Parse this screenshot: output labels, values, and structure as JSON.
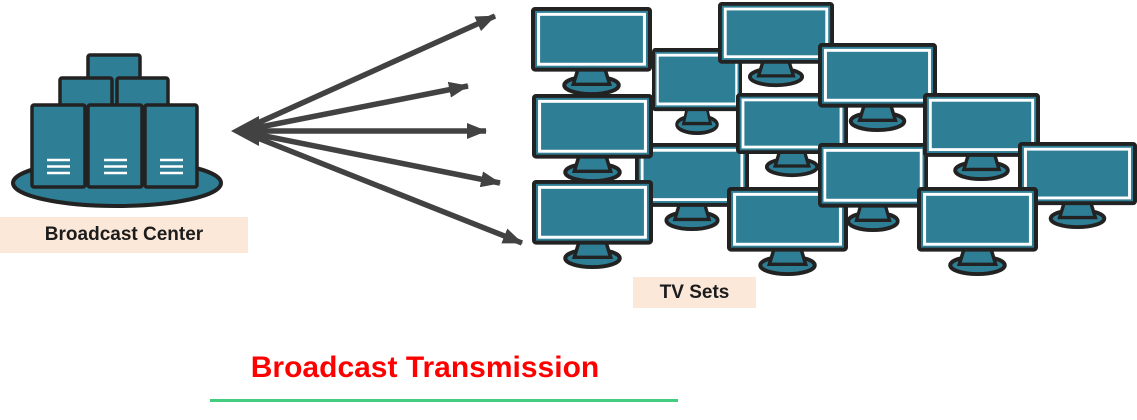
{
  "diagram": {
    "title": "Broadcast Transmission",
    "broadcast_center_label": "Broadcast Center",
    "tv_sets_label": "TV Sets"
  },
  "colors": {
    "teal": "#2E7E95",
    "dark_outline": "#222222",
    "arrow": "#424242",
    "label_bg": "#FBE8D9",
    "label_text": "#1C1C1C",
    "title_red": "#FF0000",
    "underline_green": "#42CE7E",
    "background": "#FFFFFF",
    "screen_inner_border": "#FFFFFF"
  },
  "icons": {
    "broadcast_center": "server-stack-on-platform-icon",
    "tv": "tv-monitor-icon",
    "arrows": "fan-out-arrows-icon"
  }
}
